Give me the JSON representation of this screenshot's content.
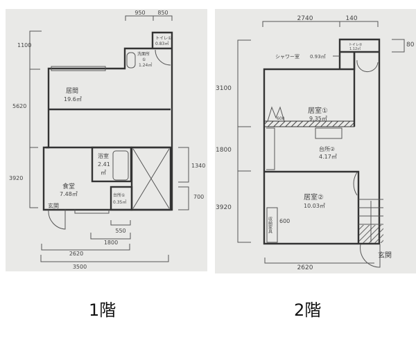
{
  "floor1": {
    "label": "1階",
    "dims": {
      "top_a": "950",
      "top_b": "850",
      "left_a": "1100",
      "left_b": "5620",
      "left_c": "3920",
      "right_a": "1340",
      "right_b": "700",
      "bottom_a": "550",
      "bottom_b": "1800",
      "bottom_c": "2620",
      "bottom_d": "3500"
    },
    "rooms": {
      "toilet": {
        "name": "トイレ①",
        "area": "0.83㎡"
      },
      "washroom": {
        "name": "洗面所",
        "num": "①",
        "area": "1.24㎡"
      },
      "living": {
        "name": "居間",
        "area": "19.6㎡"
      },
      "bath": {
        "name": "浴室",
        "area": "2.41",
        "unit": "㎡"
      },
      "dining": {
        "name": "食堂",
        "area": "7.48㎡"
      },
      "kitchen": {
        "name": "台所①",
        "area": "0.35㎡"
      },
      "entrance": {
        "name": "玄関"
      }
    }
  },
  "floor2": {
    "label": "2階",
    "dims": {
      "top_a": "2740",
      "top_b": "140",
      "right_a": "80",
      "left_a": "3100",
      "left_b": "1800",
      "left_c": "3920",
      "bottom": "2620",
      "closet_width": "600",
      "shelf": "600"
    },
    "rooms": {
      "toilet": {
        "name": "トイレ②",
        "area": "1.12㎡"
      },
      "shower": {
        "name": "シャワー室",
        "area": "0.93㎡"
      },
      "room1": {
        "name": "居室①",
        "area": "9.35㎡"
      },
      "kitchen": {
        "name": "台所②",
        "area": "4.17㎡"
      },
      "room2": {
        "name": "居室②",
        "area": "10.03㎡"
      },
      "closet": {
        "name": "収納家具"
      },
      "entrance": {
        "name": "玄関"
      }
    }
  }
}
